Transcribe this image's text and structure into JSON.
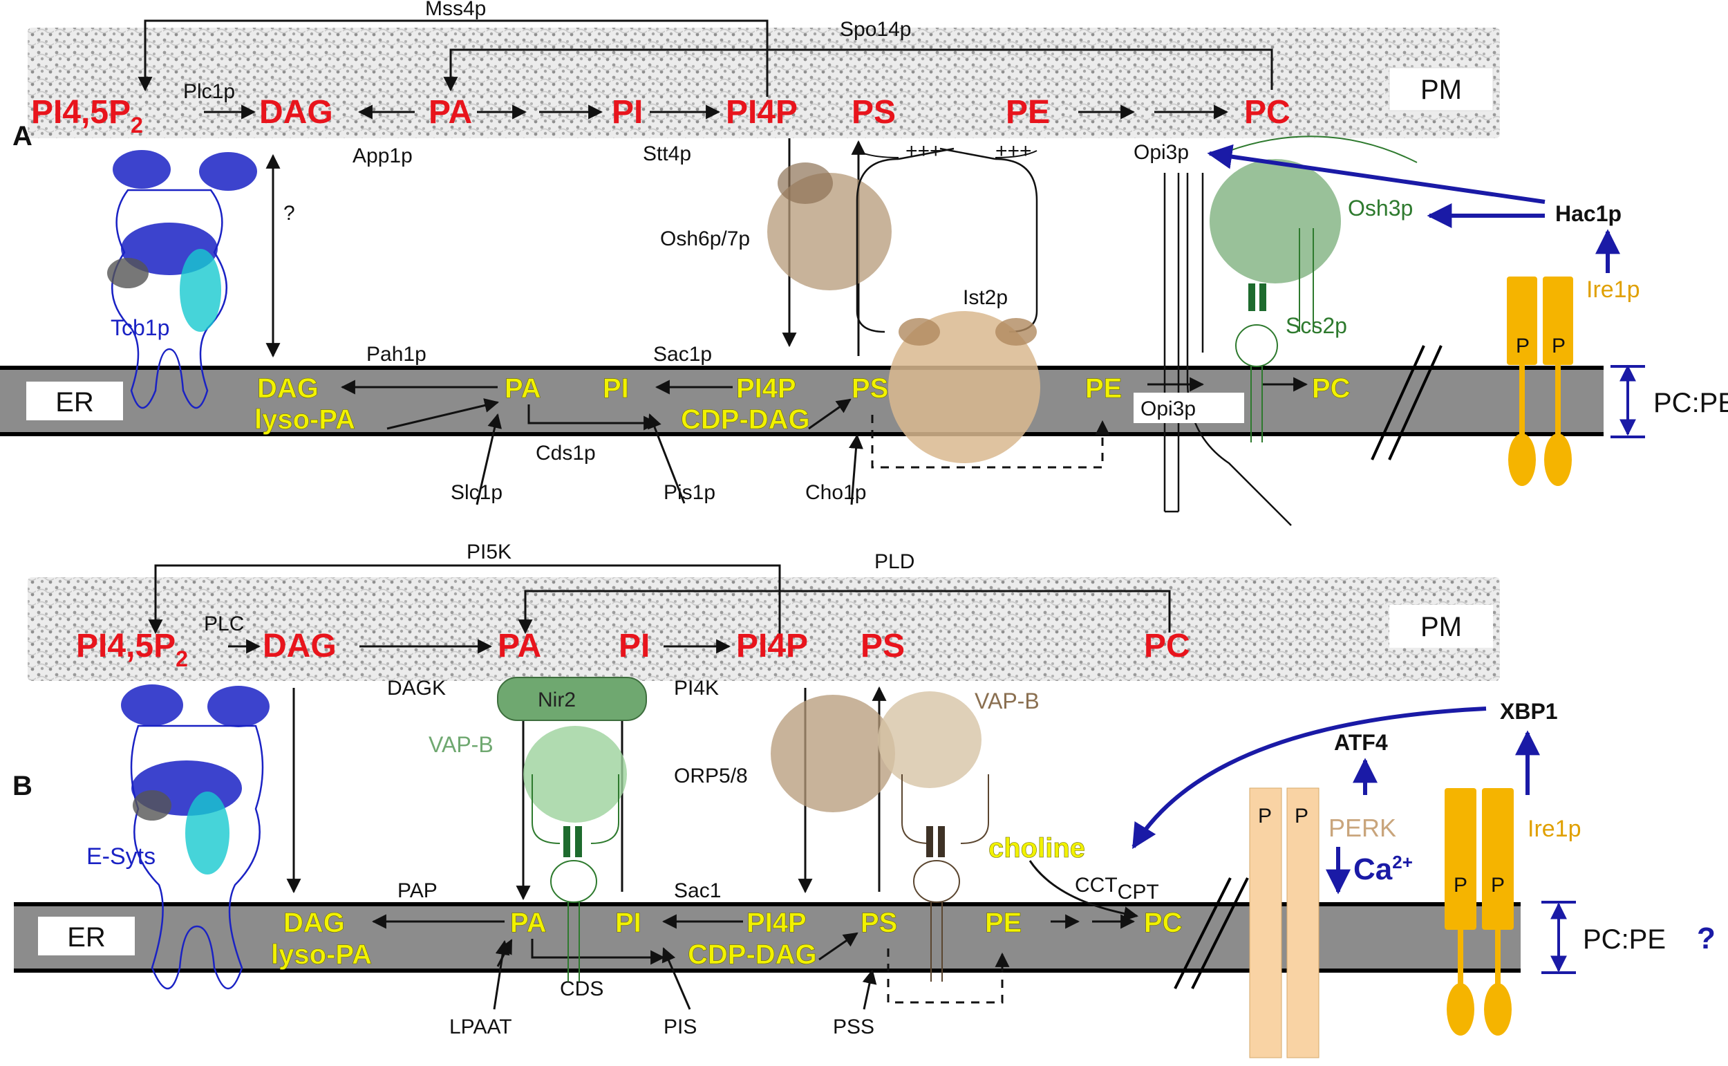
{
  "panel_a": {
    "label": "A",
    "pm_box": "PM",
    "er_box": "ER",
    "pm_lipids": {
      "pip2": "PI4,5P",
      "pip2_sub": "2",
      "dag": "DAG",
      "pa": "PA",
      "pi": "PI",
      "pi4p": "PI4P",
      "ps": "PS",
      "pe": "PE",
      "pc": "PC"
    },
    "er_lipids": {
      "dag": "DAG",
      "pa": "PA",
      "lyso_pa": "lyso-PA",
      "pi": "PI",
      "pi4p": "PI4P",
      "cdp_dag": "CDP-DAG",
      "ps": "PS",
      "pe": "PE",
      "pc": "PC"
    },
    "enzymes": {
      "mss4p": "Mss4p",
      "spo14p": "Spo14p",
      "plc1p": "Plc1p",
      "app1p": "App1p",
      "stt4p": "Stt4p",
      "pah1p": "Pah1p",
      "sac1p": "Sac1p",
      "cds1p": "Cds1p",
      "slc1p": "Slc1p",
      "pis1p": "Pis1p",
      "cho1p": "Cho1p",
      "opi3p_pm": "Opi3p",
      "opi3p_er": "Opi3p",
      "osh6p_7p": "Osh6p/7p",
      "question": "?"
    },
    "proteins": {
      "tcb1p": "Tcb1p",
      "ist2p": "Ist2p",
      "osh3p": "Osh3p",
      "scs2p": "Scs2p",
      "ire1p": "Ire1p",
      "hac1p": "Hac1p",
      "p_left": "P",
      "p_right": "P",
      "plus_left": "+++",
      "plus_right": "+++"
    },
    "ratio": "PC:PE"
  },
  "panel_b": {
    "label": "B",
    "pm_box": "PM",
    "er_box": "ER",
    "pm_lipids": {
      "pip2": "PI4,5P",
      "pip2_sub": "2",
      "dag": "DAG",
      "pa": "PA",
      "pi": "PI",
      "pi4p": "PI4P",
      "ps": "PS",
      "pc": "PC"
    },
    "er_lipids": {
      "dag": "DAG",
      "pa": "PA",
      "lyso_pa": "lyso-PA",
      "pi": "PI",
      "pi4p": "PI4P",
      "cdp_dag": "CDP-DAG",
      "ps": "PS",
      "pe": "PE",
      "pc": "PC",
      "choline": "choline"
    },
    "enzymes": {
      "pi5k": "PI5K",
      "pld": "PLD",
      "plc": "PLC",
      "dagk": "DAGK",
      "pi4k": "PI4K",
      "pap": "PAP",
      "sac1": "Sac1",
      "cds": "CDS",
      "lpaat": "LPAAT",
      "pis": "PIS",
      "pss": "PSS",
      "orp5_8": "ORP5/8",
      "cct": "CCT",
      "cpt": "CPT"
    },
    "proteins": {
      "esyts": "E-Syts",
      "nir2": "Nir2",
      "vap_b_left": "VAP-B",
      "vap_b_right": "VAP-B",
      "perk": "PERK",
      "atf4": "ATF4",
      "ire1p": "Ire1p",
      "xbp1": "XBP1",
      "ca": "Ca",
      "ca_sup": "2+",
      "p1": "P",
      "p2": "P",
      "p3": "P",
      "p4": "P"
    },
    "ratio": "PC:PE",
    "ratio_q": "?"
  },
  "colors": {
    "pm_lipid": "#e8141c",
    "er_lipid": "#f2f200",
    "er_band": "#8c8c8c",
    "ire1": "#f5b400",
    "perk": "#f9d3a4",
    "signal_arrow": "#1a1aa6",
    "tcb1": "#1a22c4",
    "osh3": "#2e7a2e",
    "ist2": "#c9a57c",
    "nir2": "#6fa870"
  }
}
